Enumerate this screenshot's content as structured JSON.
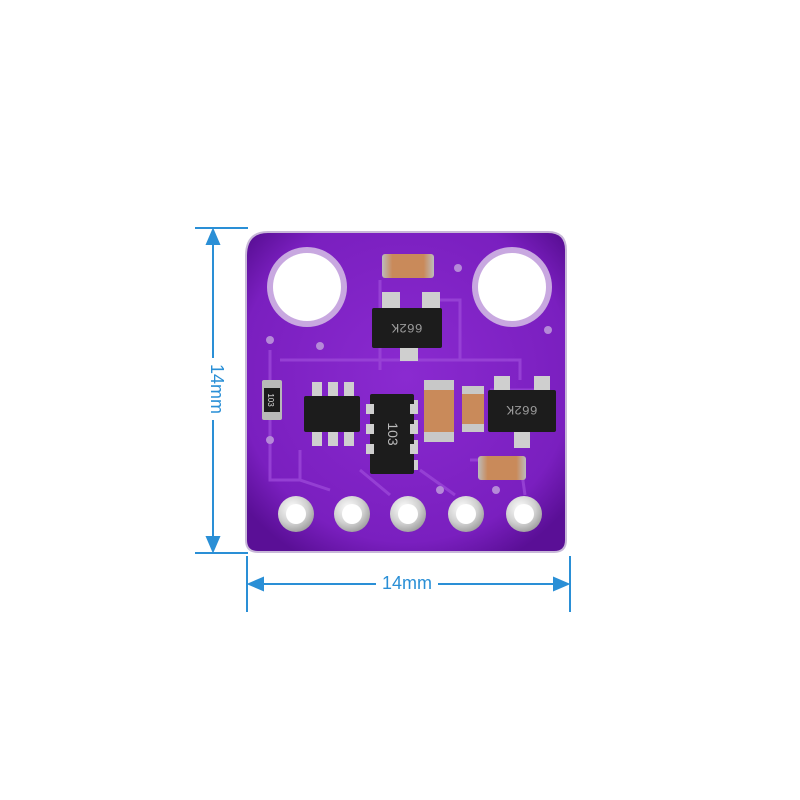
{
  "dimensions": {
    "width_label": "14mm",
    "height_label": "14mm",
    "line_color": "#2a8fd6"
  },
  "board": {
    "pcb_color": "#7a1fbf",
    "pcb_dark": "#5a0f96",
    "pad_color": "#d8d8d8",
    "chip_markings": {
      "regulator_top": "662K",
      "regulator_right": "662K",
      "resistor_array": "103",
      "small_resistor": "103"
    },
    "header_pin_count": 5
  }
}
